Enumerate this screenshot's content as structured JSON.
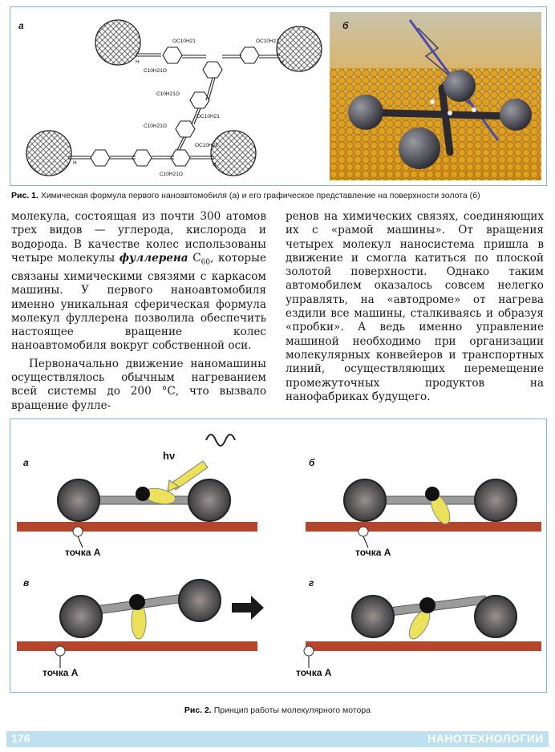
{
  "figure1": {
    "panel_a": "а",
    "panel_b": "б",
    "chem_labels": [
      "OC10H21",
      "C10H21O",
      "OC10H21",
      "C10H21O",
      "OC10H21",
      "C10H21O",
      "OC10H21",
      "C10H21O"
    ],
    "h_label": "H",
    "caption_prefix": "Рис. 1.",
    "caption_text": "Химическая формула первого наноавтомобиля (а) и его графическое представление на поверхности золота (б)"
  },
  "body": {
    "left_col": {
      "p1_before": "молекула, состоящая из почти 300 атомов трех видов — углерода, кислорода и водорода. В качестве колес использованы четыре молекулы ",
      "p1_term": "фуллерена",
      "p1_formula": "C",
      "p1_sub": "60",
      "p1_after": ", которые связаны химическими связями с каркасом машины. У первого наноавтомобиля именно уникальная сферическая формула молекул фуллерена позволила обеспечить настоящее вращение колес наноавтомобиля вокруг собственной оси.",
      "p2": "Первоначально движение наномашины осуществлялось обычным нагреванием всей системы до 200 °С, что вызвало вращение фулле-"
    },
    "right_col": {
      "p1": "ренов на химических связях, соединяющих их с «рамой машины». От вращения четырех молекул наносистема пришла в движение и смогла катиться по плоской золотой поверхности. Однако таким автомобилем оказалось совсем нелегко управлять, на «автодроме» от нагрева ездили все машины, сталкиваясь и образуя «пробки». А ведь именно управление машиной необходимо при организации молекулярных конвейеров и транспортных линий, осуществляющих перемещение промежуточных продуктов на нанофабриках будущего."
    }
  },
  "figure2": {
    "panels": [
      {
        "letter": "а",
        "point_label": "точка А"
      },
      {
        "letter": "б",
        "point_label": "точка А"
      },
      {
        "letter": "в",
        "point_label": "точка А"
      },
      {
        "letter": "г",
        "point_label": "точка А"
      }
    ],
    "hv_label": "hν",
    "caption_prefix": "Рис. 2.",
    "caption_text": "Принцип работы молекулярного мотора"
  },
  "footer": {
    "page_number": "176",
    "journal": "НАНОТЕХНОЛОГИИ"
  },
  "colors": {
    "frame": "#7fb8d6",
    "footer_band": "#bfe0ef",
    "rail": "#b5452b",
    "motor_blade": "#ece25a",
    "gold_surface": "#e0a21e"
  }
}
